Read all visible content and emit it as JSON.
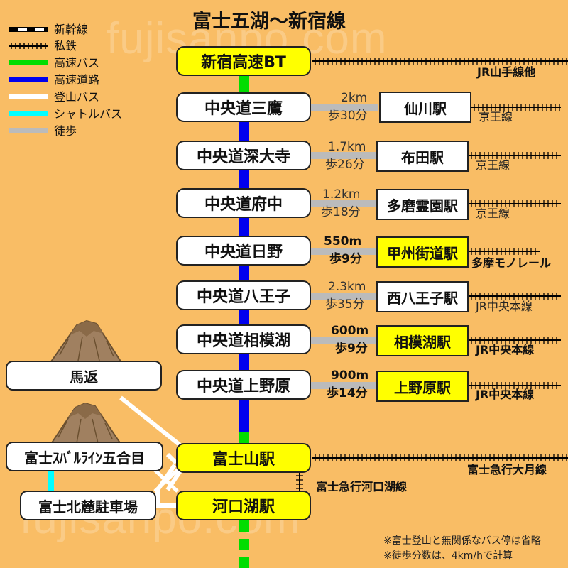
{
  "title": "富士五湖〜新宿線",
  "watermark": "fujisanpo.com",
  "colors": {
    "background": "#F9BD65",
    "highway_bus": "#00DD00",
    "expressway": "#0000EE",
    "mountain_bus": "#FFFFFF",
    "shuttle_bus": "#00FFFF",
    "walk": "#BBBBBB",
    "highlight": "#FFFF00"
  },
  "legend": [
    {
      "icon": "shinkansen-icon",
      "label": "新幹線"
    },
    {
      "icon": "private-rail-icon",
      "label": "私鉄"
    },
    {
      "icon": "highway-bus-line-icon",
      "label": "高速バス"
    },
    {
      "icon": "expressway-line-icon",
      "label": "高速道路"
    },
    {
      "icon": "mountain-bus-line-icon",
      "label": "登山バス"
    },
    {
      "icon": "shuttle-bus-line-icon",
      "label": "シャトルバス"
    },
    {
      "icon": "walk-line-icon",
      "label": "徒歩"
    }
  ],
  "stops": [
    {
      "name": "新宿高速BT",
      "highlight": true,
      "line": "JR山手線他",
      "line_bold": true
    },
    {
      "name": "中央道三鷹",
      "highlight": false,
      "distance": "2km",
      "walk": "歩30分",
      "station": "仙川駅",
      "station_highlight": false,
      "line": "京王線",
      "bold": false
    },
    {
      "name": "中央道深大寺",
      "highlight": false,
      "distance": "1.7km",
      "walk": "歩26分",
      "station": "布田駅",
      "station_highlight": false,
      "line": "京王線",
      "bold": false
    },
    {
      "name": "中央道府中",
      "highlight": false,
      "distance": "1.2km",
      "walk": "歩18分",
      "station": "多磨霊園駅",
      "station_highlight": false,
      "line": "京王線",
      "bold": false
    },
    {
      "name": "中央道日野",
      "highlight": false,
      "distance": "550m",
      "walk": "歩9分",
      "station": "甲州街道駅",
      "station_highlight": true,
      "line": "多摩モノレール",
      "bold": true
    },
    {
      "name": "中央道八王子",
      "highlight": false,
      "distance": "2.3km",
      "walk": "歩35分",
      "station": "西八王子駅",
      "station_highlight": false,
      "line": "JR中央本線",
      "bold": false
    },
    {
      "name": "中央道相模湖",
      "highlight": false,
      "distance": "600m",
      "walk": "歩9分",
      "station": "相模湖駅",
      "station_highlight": true,
      "line": "JR中央本線",
      "bold": true
    },
    {
      "name": "中央道上野原",
      "highlight": false,
      "distance": "900m",
      "walk": "歩14分",
      "station": "上野原駅",
      "station_highlight": true,
      "line": "JR中央本線",
      "bold": true
    },
    {
      "name": "富士山駅",
      "highlight": true,
      "line": "富士急行大月線",
      "line_bold": true
    },
    {
      "name": "河口湖駅",
      "highlight": true
    }
  ],
  "connector_line": "富士急行河口湖線",
  "side_stops": [
    "馬返",
    "富士ｽﾊﾞﾙﾗｲﾝ五合目",
    "富士北麓駐車場"
  ],
  "notes": [
    "※富士登山と無関係なバス停は省略",
    "※徒歩分数は、4km/hで計算"
  ]
}
